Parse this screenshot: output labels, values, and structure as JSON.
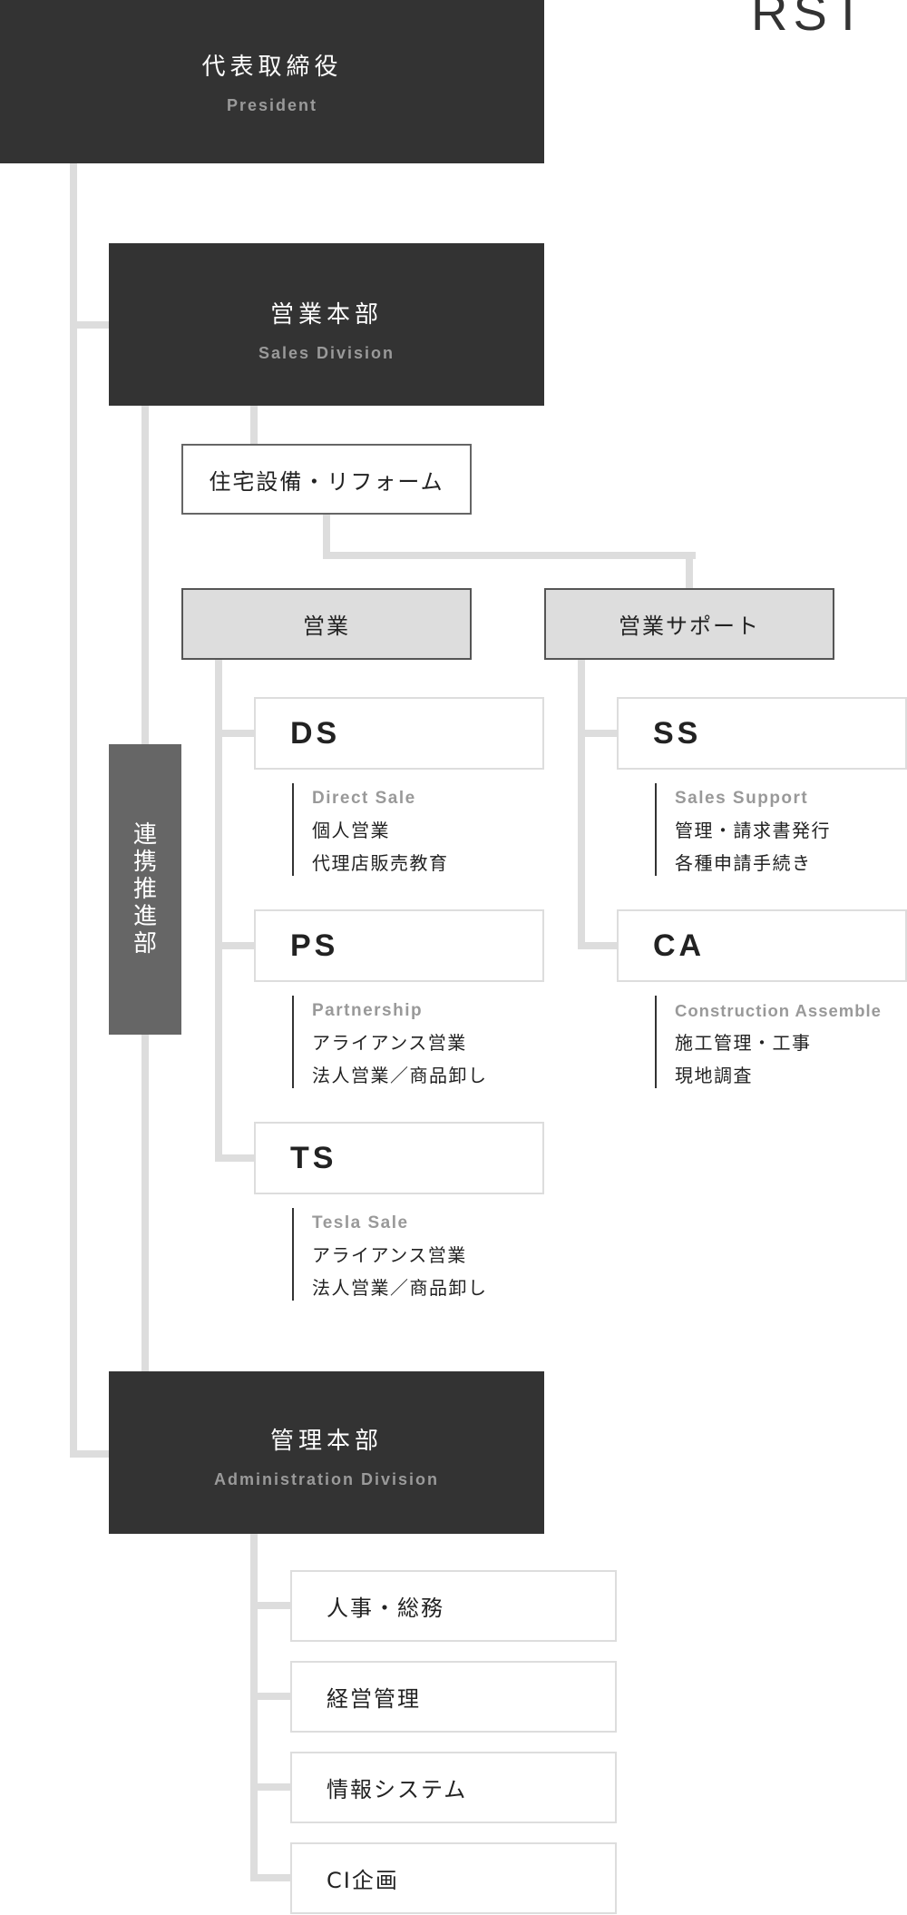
{
  "logo": {
    "text": "RST"
  },
  "president": {
    "jp": "代表取締役",
    "en": "President"
  },
  "sales_division": {
    "jp": "営業本部",
    "en": "Sales Division"
  },
  "housing": {
    "label": "住宅設備・リフォーム"
  },
  "sales": {
    "label": "営業"
  },
  "sales_support": {
    "label": "営業サポート"
  },
  "liaison": {
    "chars": [
      "連",
      "携",
      "推",
      "進",
      "部"
    ]
  },
  "units": {
    "ds": {
      "code": "DS",
      "en": "Direct Sale",
      "lines": [
        "個人営業",
        "代理店販売教育"
      ]
    },
    "ps": {
      "code": "PS",
      "en": "Partnership",
      "lines": [
        "アライアンス営業",
        "法人営業／商品卸し"
      ]
    },
    "ts": {
      "code": "TS",
      "en": "Tesla Sale",
      "lines": [
        "アライアンス営業",
        "法人営業／商品卸し"
      ]
    },
    "ss": {
      "code": "SS",
      "en": "Sales Support",
      "lines": [
        "管理・請求書発行",
        "各種申請手続き"
      ]
    },
    "ca": {
      "code": "CA",
      "en": "Construction Assemble",
      "lines": [
        "施工管理・工事",
        "現地調査"
      ]
    }
  },
  "admin_division": {
    "jp": "管理本部",
    "en": "Administration Division"
  },
  "admin_units": [
    "人事・総務",
    "経営管理",
    "情報システム",
    "CI企画"
  ]
}
